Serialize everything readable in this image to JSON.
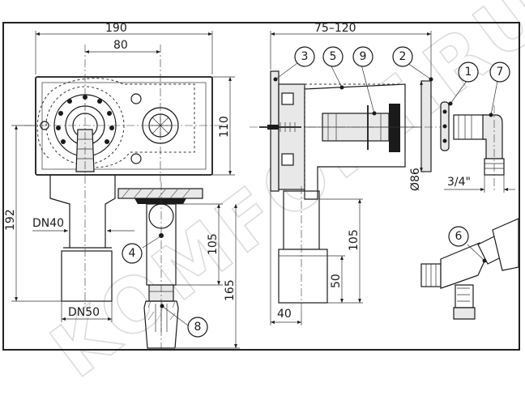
{
  "colors": {
    "line": "#1a1a1a",
    "frame": "#222222",
    "fill_grey": "#e8e8e8",
    "watermark_outline": "#dcdcdc"
  },
  "dimensions": {
    "d190": "190",
    "d80": "80",
    "d110": "110",
    "d192": "192",
    "dn40": "DN40",
    "dn50": "DN50",
    "d105_center": "105",
    "d165": "165",
    "d75_120": "75–120",
    "d86": "Ø86",
    "d3_4": "3/4\"",
    "d105_right": "105",
    "d50": "50",
    "d40": "40"
  },
  "callouts": [
    "1",
    "2",
    "3",
    "4",
    "5",
    "6",
    "7",
    "8",
    "9"
  ],
  "watermark": "KOMFORT.RU"
}
